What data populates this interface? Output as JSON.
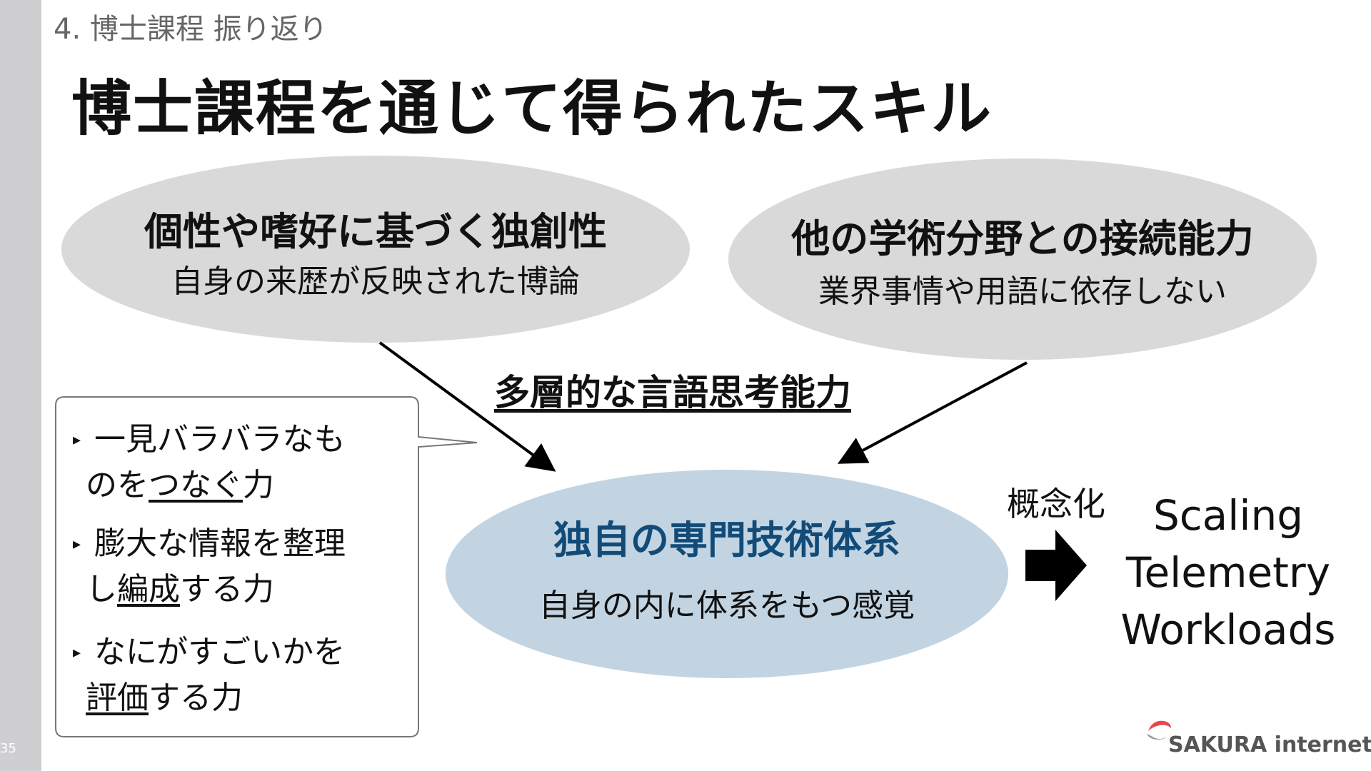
{
  "slide": {
    "section": "4. 博士課程 振り返り",
    "title": "博士課程を通じて得られたスキル",
    "page_number": "35"
  },
  "left_ellipse": {
    "heading": "個性や嗜好に基づく独創性",
    "sub": "自身の来歴が反映された博論"
  },
  "right_ellipse": {
    "heading": "他の学術分野との接続能力",
    "sub": "業界事情や用語に依存しない"
  },
  "center_ellipse": {
    "heading": "独自の専門技術体系",
    "sub": "自身の内に体系をもつ感覚"
  },
  "middle_label": "多層的な言語思考能力",
  "callout": {
    "items": [
      {
        "line1": "一見バラバラなも",
        "line2_pre": "のを",
        "line2_underlined": "つなぐ",
        "line2_post": "力"
      },
      {
        "line1": "膨大な情報を整理",
        "line2_pre": "し",
        "line2_underlined": "編成",
        "line2_post": "する力"
      },
      {
        "line1": "なにがすごいかを",
        "line2_pre": "",
        "line2_underlined": "評価",
        "line2_post": "する力"
      }
    ]
  },
  "concept_label": "概念化",
  "result_lines": [
    "Scaling",
    "Telemetry",
    "Workloads"
  ],
  "logo": {
    "text": "SAKURA internet"
  },
  "colors": {
    "ellipse_gray": "#d9d9d9",
    "ellipse_blue": "#c2d4e2",
    "accent_blue": "#124b78",
    "sidebar": "#cfcfd1"
  }
}
